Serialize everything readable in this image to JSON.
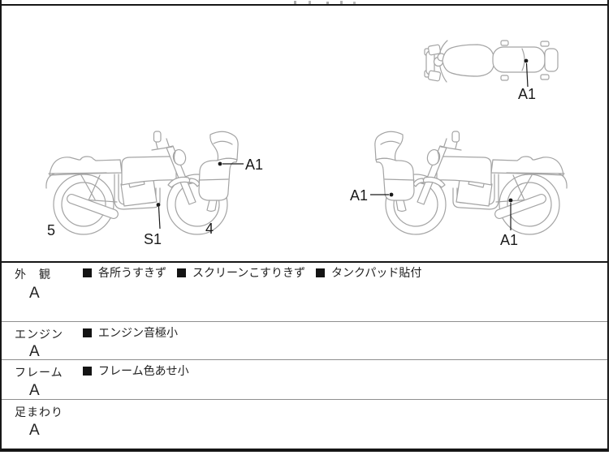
{
  "sheet": {
    "header_fragment": {
      "cells": [
        "",
        "",
        "",
        "",
        "",
        ""
      ]
    },
    "diagram": {
      "top_view": {
        "fairing_label": "A1"
      },
      "left_side_view": {
        "rear_label": "5",
        "engine_label": "S1",
        "front_label": "4",
        "fairing_label": "A1"
      },
      "right_side_view": {
        "fairing_label": "A1",
        "exhaust_label": "A1"
      }
    },
    "rows": [
      {
        "category": "外　観",
        "grade": "A",
        "notes": [
          "各所うすきず",
          "スクリーンこすりきず",
          "タンクパッド貼付"
        ]
      },
      {
        "category": "エンジン",
        "grade": "A",
        "notes": [
          "エンジン音極小"
        ]
      },
      {
        "category": "フレーム",
        "grade": "A",
        "notes": [
          "フレーム色あせ小"
        ]
      },
      {
        "category": "足まわり",
        "grade": "A",
        "notes": []
      }
    ],
    "colors": {
      "line_art": "#a4a4a4",
      "label_ink": "#1a1a1a",
      "border": "#161616",
      "thin_divider": "#8f8f8f",
      "bullet": "#141414"
    }
  }
}
